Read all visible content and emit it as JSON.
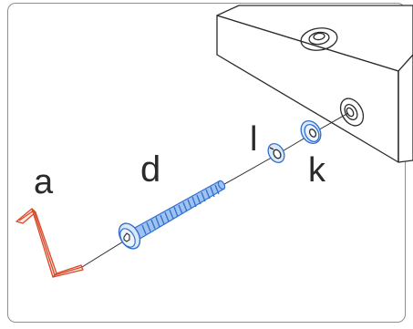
{
  "figure": {
    "labels": {
      "a": "a",
      "d": "d",
      "l": "l",
      "k": "k"
    },
    "colors": {
      "outline": "#2a2a2a",
      "bolt": "#2f6fd0",
      "bolt_light": "#9fc2f0",
      "hex_key": "#d94a2a",
      "frame": "#8f8f8f"
    }
  }
}
